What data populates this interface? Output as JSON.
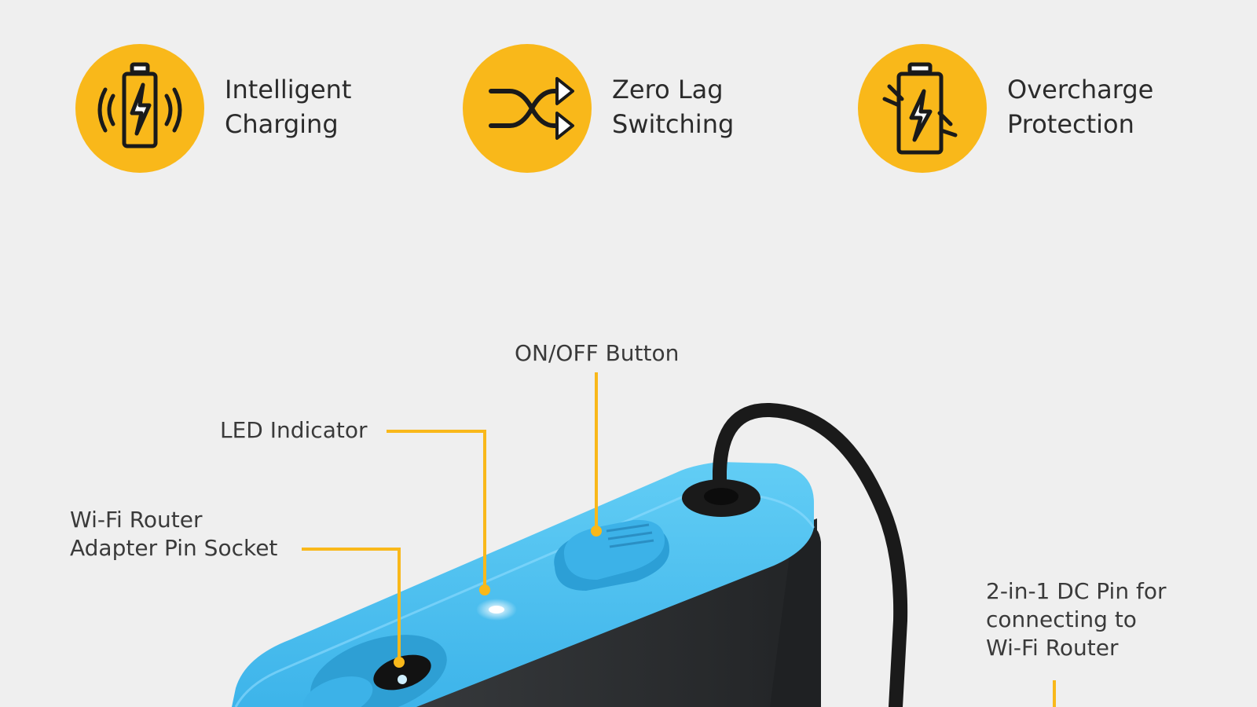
{
  "features": [
    {
      "line1": "Intelligent",
      "line2": "Charging",
      "icon": "battery-charging-icon"
    },
    {
      "line1": "Zero Lag",
      "line2": "Switching",
      "icon": "shuffle-arrows-icon"
    },
    {
      "line1": "Overcharge",
      "line2": "Protection",
      "icon": "battery-protection-icon"
    }
  ],
  "callouts": {
    "on_off": "ON/OFF Button",
    "led": "LED Indicator",
    "socket_line1": "Wi-Fi Router",
    "socket_line2": "Adapter Pin Socket",
    "dc_line1": "2-in-1 DC Pin for",
    "dc_line2": "connecting to",
    "dc_line3": "Wi-Fi Router"
  },
  "colors": {
    "accent": "#f9b81a",
    "device_top": "#4fc3f0",
    "device_body": "#2f3235",
    "background": "#efefef"
  }
}
